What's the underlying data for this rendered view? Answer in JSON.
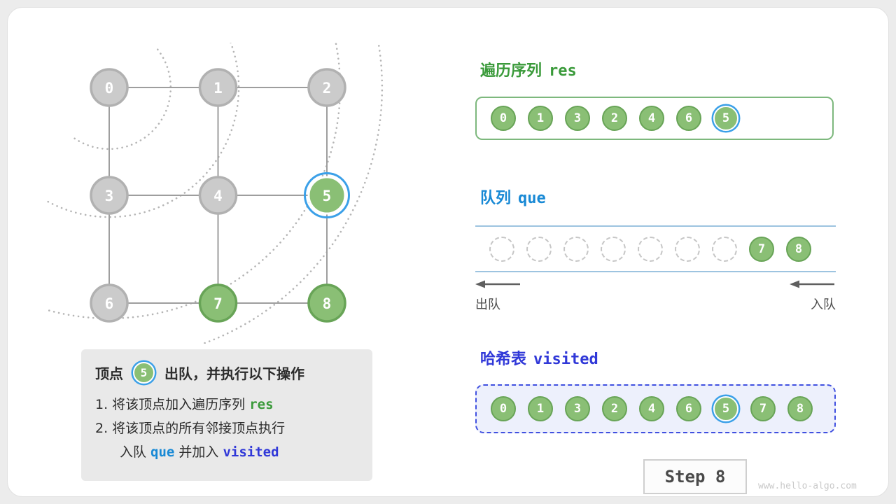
{
  "colors": {
    "page_bg": "#ececec",
    "card_bg": "#ffffff",
    "green_node_fill": "#8abf75",
    "green_node_stroke": "#68a457",
    "gray_node_fill": "#cbcbcb",
    "gray_node_stroke": "#b1b1b1",
    "highlight_ring": "#3ba0e8",
    "edge": "#9e9e9e",
    "arc": "#b5b5b5",
    "res_accent": "#3a9a3a",
    "que_accent": "#1889d5",
    "visited_accent": "#3038d8",
    "queue_line": "#9dc4e0",
    "res_box_border": "#7db87d",
    "visited_box_border": "#4050e0",
    "visited_box_bg": "#edf0fc",
    "info_box_bg": "#e9e9e9",
    "empty_slot_border": "#c6c6c6",
    "step_text": "#4a4a4a",
    "watermark_text": "#c9c9c9"
  },
  "graph": {
    "nodes": [
      {
        "id": "0",
        "col": 0,
        "row": 0,
        "state": "gray"
      },
      {
        "id": "1",
        "col": 1,
        "row": 0,
        "state": "gray"
      },
      {
        "id": "2",
        "col": 2,
        "row": 0,
        "state": "gray"
      },
      {
        "id": "3",
        "col": 0,
        "row": 1,
        "state": "gray"
      },
      {
        "id": "4",
        "col": 1,
        "row": 1,
        "state": "gray"
      },
      {
        "id": "5",
        "col": 2,
        "row": 1,
        "state": "green",
        "highlight": true
      },
      {
        "id": "6",
        "col": 0,
        "row": 2,
        "state": "gray"
      },
      {
        "id": "7",
        "col": 1,
        "row": 2,
        "state": "green"
      },
      {
        "id": "8",
        "col": 2,
        "row": 2,
        "state": "green"
      }
    ],
    "edges": [
      [
        0,
        1
      ],
      [
        1,
        2
      ],
      [
        3,
        4
      ],
      [
        4,
        5
      ],
      [
        6,
        7
      ],
      [
        7,
        8
      ],
      [
        0,
        3
      ],
      [
        3,
        6
      ],
      [
        1,
        4
      ],
      [
        4,
        7
      ],
      [
        2,
        5
      ],
      [
        5,
        8
      ]
    ],
    "arc_radii": [
      88,
      185,
      330,
      390
    ]
  },
  "info_box": {
    "title": [
      {
        "t": "顶点"
      },
      {
        "node": "5"
      },
      {
        "t": "出队，并执行以下操作"
      }
    ],
    "lines": [
      {
        "segments": [
          {
            "t": "1. 将该顶点加入遍历序列 "
          },
          {
            "t": "res",
            "cls": "c-green mono"
          }
        ]
      },
      {
        "segments": [
          {
            "t": "2. 将该顶点的所有邻接顶点执行"
          }
        ]
      },
      {
        "indent": true,
        "segments": [
          {
            "t": "入队 "
          },
          {
            "t": "que",
            "cls": "c-blue mono"
          },
          {
            "t": " 并加入 "
          },
          {
            "t": "visited",
            "cls": "c-indigo mono"
          }
        ]
      }
    ]
  },
  "res_panel": {
    "label": "遍历序列",
    "code": "res",
    "items": [
      {
        "v": "0"
      },
      {
        "v": "1"
      },
      {
        "v": "3"
      },
      {
        "v": "2"
      },
      {
        "v": "4"
      },
      {
        "v": "6"
      },
      {
        "v": "5",
        "highlight": true
      }
    ]
  },
  "queue_panel": {
    "label": "队列",
    "code": "que",
    "empty_slots": 7,
    "items": [
      {
        "v": "7"
      },
      {
        "v": "8"
      }
    ],
    "dequeue_label": "出队",
    "enqueue_label": "入队"
  },
  "visited_panel": {
    "label": "哈希表",
    "code": "visited",
    "items": [
      {
        "v": "0"
      },
      {
        "v": "1"
      },
      {
        "v": "3"
      },
      {
        "v": "2"
      },
      {
        "v": "4"
      },
      {
        "v": "6"
      },
      {
        "v": "5",
        "highlight": true
      },
      {
        "v": "7"
      },
      {
        "v": "8"
      }
    ]
  },
  "step_label": "Step 8",
  "watermark": "www.hello-algo.com"
}
